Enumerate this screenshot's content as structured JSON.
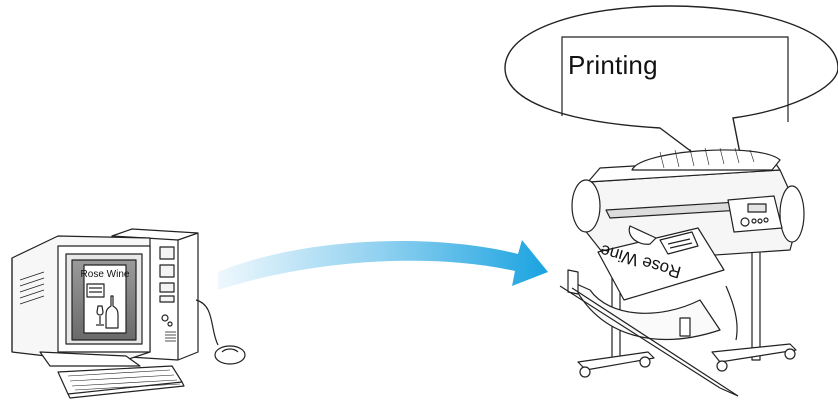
{
  "balloon": {
    "text": "Printing"
  },
  "computer": {
    "screen_document_title": "Rose Wine"
  },
  "printer": {
    "output_sheet_title": "Rose Wine"
  },
  "colors": {
    "arrow_start": "#e6f5fc",
    "arrow_end": "#1aa3e0",
    "line": "#222222"
  }
}
